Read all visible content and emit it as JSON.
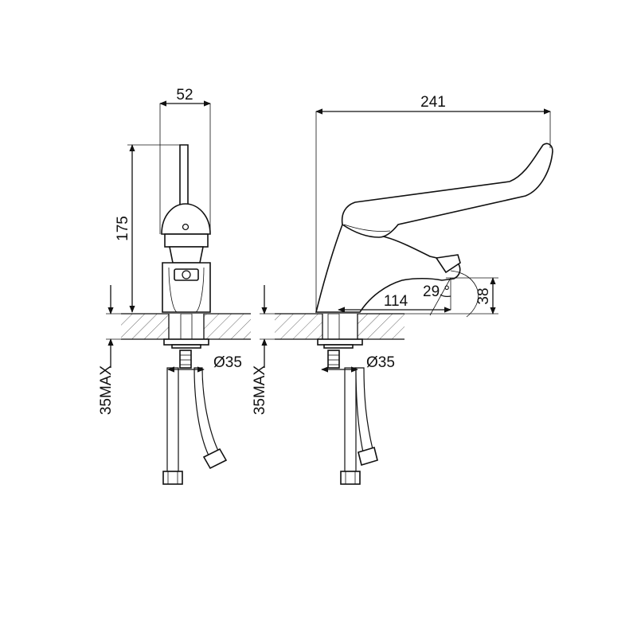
{
  "front_view": {
    "width_label": "52",
    "height_label": "175",
    "hole_label": "Ø35",
    "max_label": "35MAX"
  },
  "side_view": {
    "length_label": "241",
    "reach_label": "114",
    "spout_height_label": "38",
    "angle_label": "29 °",
    "hole_label": "Ø35",
    "max_label": "35MAX"
  },
  "colors": {
    "line": "#111111",
    "background": "#ffffff"
  }
}
